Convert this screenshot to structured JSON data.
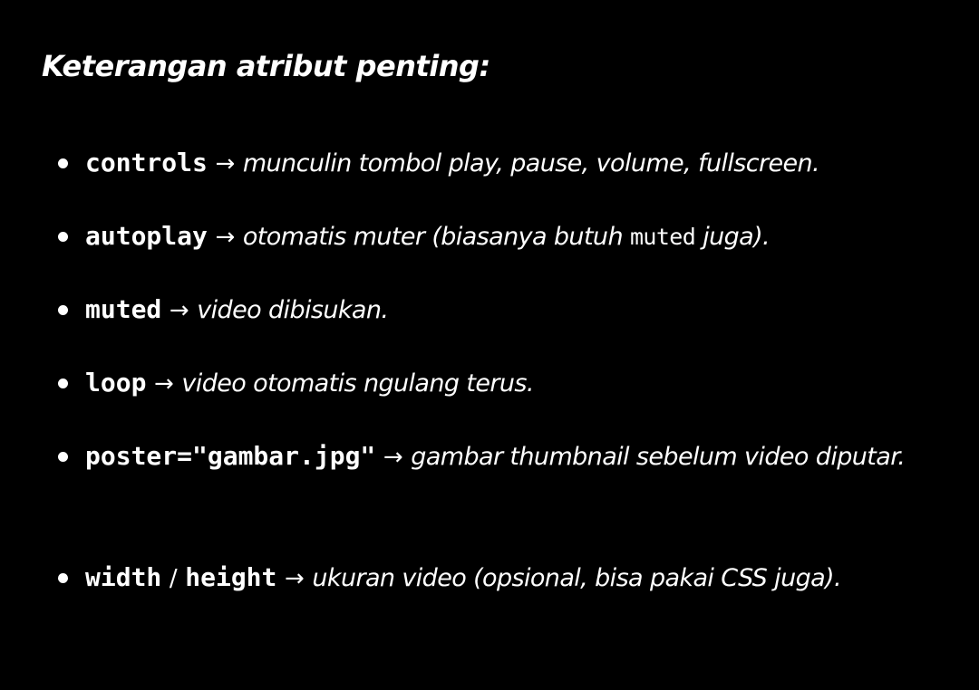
{
  "heading": "Keterangan atribut penting:",
  "arrow": "→",
  "items": [
    {
      "code": "controls",
      "desc": "munculin tombol play, pause, volume, fullscreen."
    },
    {
      "code": "autoplay",
      "desc_before": "otomatis muter (biasanya butuh ",
      "inline_code": "muted",
      "desc_after": " juga)."
    },
    {
      "code": "muted",
      "desc": "video dibisukan."
    },
    {
      "code": "loop",
      "desc": "video otomatis ngulang terus."
    },
    {
      "code": "poster=\"gambar.jpg\"",
      "desc": "gambar thumbnail sebelum video diputar."
    },
    {
      "code": "width",
      "separator": "/",
      "code_2": "height",
      "desc": "ukuran video (opsional, bisa pakai CSS juga)."
    }
  ]
}
